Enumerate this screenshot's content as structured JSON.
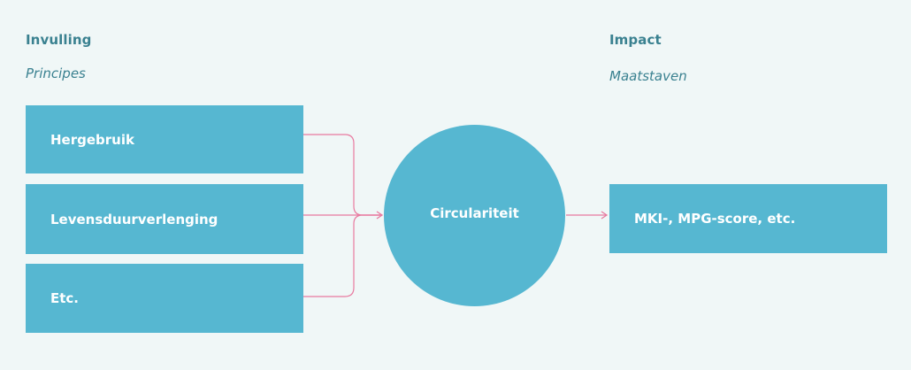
{
  "left_column": {
    "heading": "Invulling",
    "subheading": "Principes",
    "boxes": [
      {
        "label": "Hergebruik"
      },
      {
        "label": "Levensduurverlenging"
      },
      {
        "label": "Etc."
      }
    ]
  },
  "center": {
    "label": "Circulariteit"
  },
  "right_column": {
    "heading": "Impact",
    "subheading": "Maatstaven",
    "box": {
      "label": "MKI-, MPG-score, etc."
    }
  },
  "colors": {
    "background": "#f0f7f7",
    "box_fill": "#56b7d1",
    "heading_text": "#3a8190",
    "connector": "#e87aa0"
  }
}
